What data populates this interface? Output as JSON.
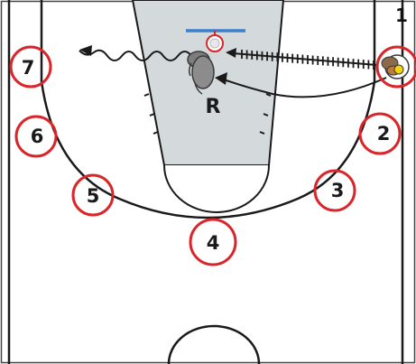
{
  "court": {
    "background_color": "#ffffff",
    "line_color": "#1a1a1a",
    "paint_color": "#d4dadb",
    "backboard_color": "#3a7fd0"
  },
  "spots": [
    {
      "label": "1"
    },
    {
      "label": "2"
    },
    {
      "label": "3"
    },
    {
      "label": "4"
    },
    {
      "label": "5"
    },
    {
      "label": "6"
    },
    {
      "label": "7"
    }
  ],
  "spot_ring_color": "#d8262a",
  "rebounder": {
    "label": "R"
  },
  "ball_color": "#f2d40c"
}
